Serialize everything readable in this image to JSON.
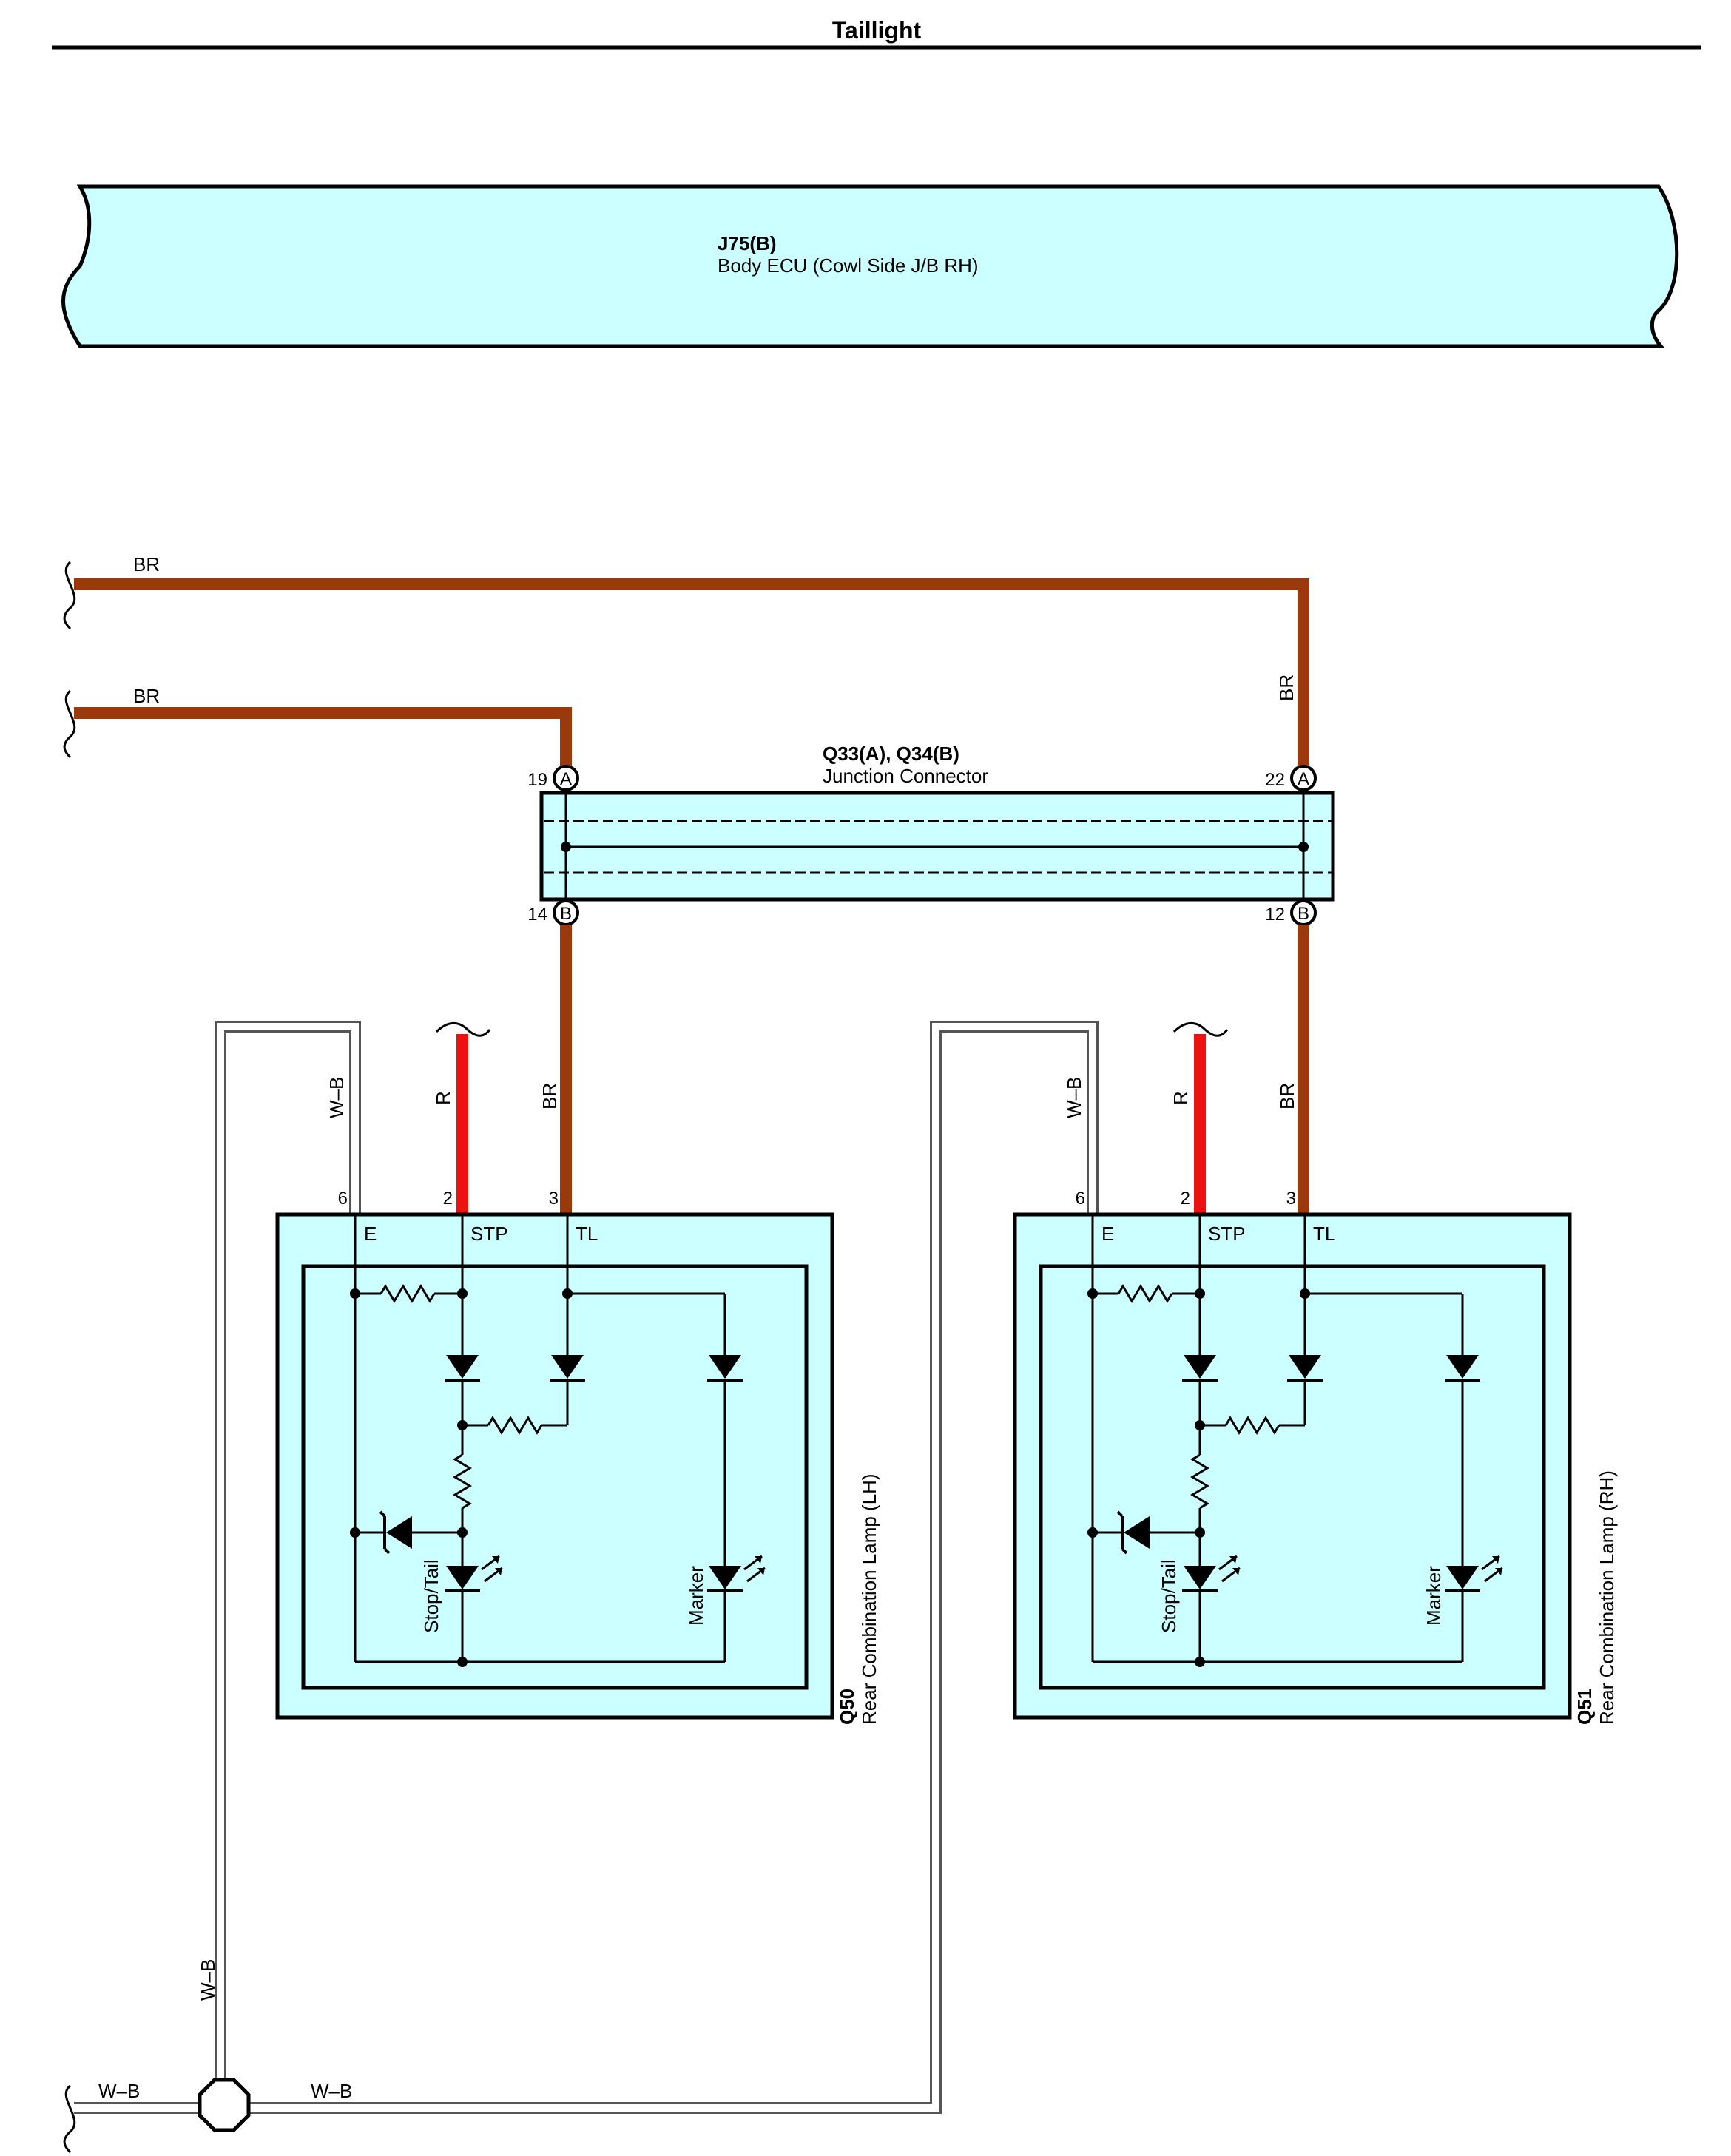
{
  "page": {
    "title": "Taillight"
  },
  "ecu": {
    "code": "J75(B)",
    "name": "Body ECU (Cowl Side J/B RH)"
  },
  "junction": {
    "code": "Q33(A), Q34(B)",
    "name": "Junction Connector",
    "pins": {
      "a_left": "19",
      "a_right": "22",
      "b_left": "14",
      "b_right": "12"
    },
    "conn_a": "A",
    "conn_b": "B"
  },
  "wires": {
    "br": "BR",
    "r": "R",
    "wb": "W–B"
  },
  "lamp_lh": {
    "code": "Q50",
    "name": "Rear Combination Lamp (LH)",
    "pins": [
      "6",
      "2",
      "3"
    ],
    "terminals": [
      "E",
      "STP",
      "TL"
    ],
    "stop_tail": "Stop/Tail",
    "marker": "Marker"
  },
  "lamp_rh": {
    "code": "Q51",
    "name": "Rear Combination Lamp (RH)",
    "pins": [
      "6",
      "2",
      "3"
    ],
    "terminals": [
      "E",
      "STP",
      "TL"
    ],
    "stop_tail": "Stop/Tail",
    "marker": "Marker"
  },
  "colors": {
    "br_wire": "#9a3a0c",
    "r_wire": "#ee1111",
    "box_fill": "#ccffff"
  }
}
